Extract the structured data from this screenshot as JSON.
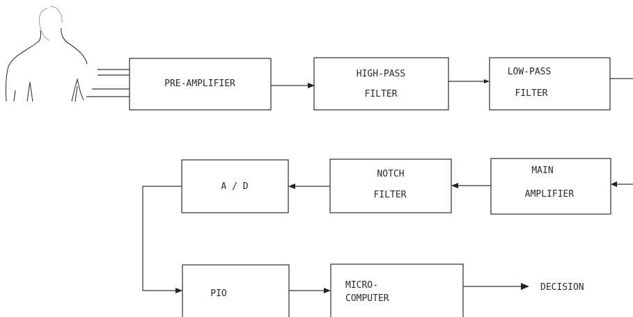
{
  "blocks": {
    "pre_amplifier": "PRE-AMPLIFIER",
    "high_pass_line1": "HIGH-PASS",
    "high_pass_line2": "FILTER",
    "low_pass_line1": "LOW-PASS",
    "low_pass_line2": "FILTER",
    "main_amp_line1": "MAIN",
    "main_amp_line2": "AMPLIFIER",
    "notch_line1": "NOTCH",
    "notch_line2": "FILTER",
    "ad": "A / D",
    "pio": "PIO",
    "micro_line1": "MICRO-",
    "micro_line2": "COMPUTER"
  },
  "output": {
    "decision": "DECISION"
  },
  "colors": {
    "line": "#333333",
    "text": "#2a2a2a",
    "background": "#ffffff"
  }
}
